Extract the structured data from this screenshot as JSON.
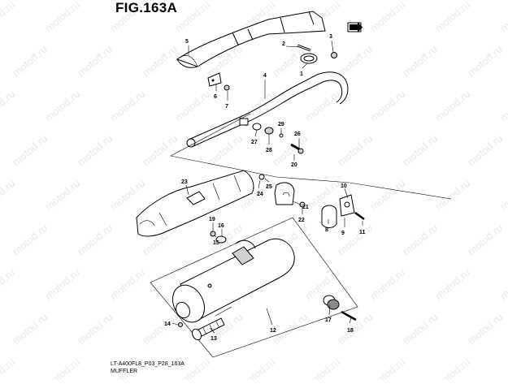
{
  "figure": {
    "title": "FIG.163A"
  },
  "watermark": {
    "text": "motod.ru"
  },
  "callouts": {
    "c1": "1",
    "c2": "2",
    "c3": "3",
    "c4": "4",
    "c5": "5",
    "c6": "6",
    "c7": "7",
    "c8": "8",
    "c9": "9",
    "c10": "10",
    "c11": "11",
    "c12": "12",
    "c13": "13",
    "c14": "14",
    "c15": "15",
    "c16": "16",
    "c17": "17",
    "c18": "18",
    "c19": "19",
    "c20": "20",
    "c21": "21",
    "c22": "22",
    "c23": "23",
    "c24": "24",
    "c25": "25",
    "c26": "26",
    "c27": "27",
    "c28": "28",
    "c29": "29"
  },
  "footer": {
    "code": "LT-A400FL8_P03_P28_163A",
    "caption": "MUFFLER"
  },
  "icons": {
    "direction": "arrow-box-icon"
  }
}
